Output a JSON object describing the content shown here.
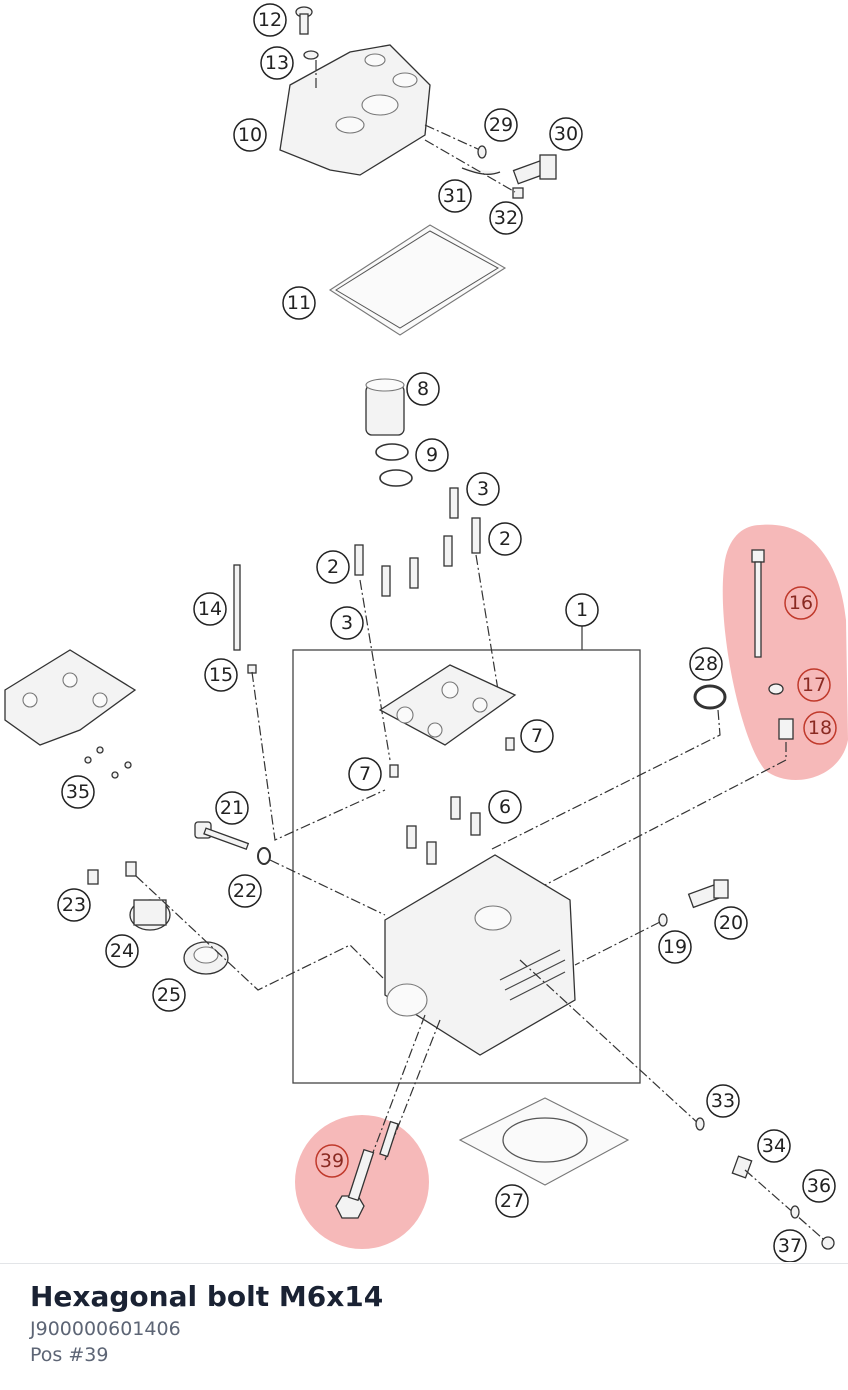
{
  "part": {
    "name": "Hexagonal bolt M6x14",
    "code": "J900000601406",
    "position": "Pos #39"
  },
  "callouts": {
    "c1": "1",
    "c2a": "2",
    "c2b": "2",
    "c3a": "3",
    "c3b": "3",
    "c6": "6",
    "c7a": "7",
    "c7b": "7",
    "c8": "8",
    "c9": "9",
    "c10": "10",
    "c11": "11",
    "c12": "12",
    "c13": "13",
    "c14": "14",
    "c15": "15",
    "c16": "16",
    "c17": "17",
    "c18": "18",
    "c19": "19",
    "c20": "20",
    "c21": "21",
    "c22": "22",
    "c23": "23",
    "c24": "24",
    "c25": "25",
    "c27": "27",
    "c28": "28",
    "c29": "29",
    "c30": "30",
    "c31": "31",
    "c32": "32",
    "c33": "33",
    "c34": "34",
    "c35": "35",
    "c36": "36",
    "c37": "37",
    "c39": "39"
  },
  "highlight_color": "#f08a8a"
}
